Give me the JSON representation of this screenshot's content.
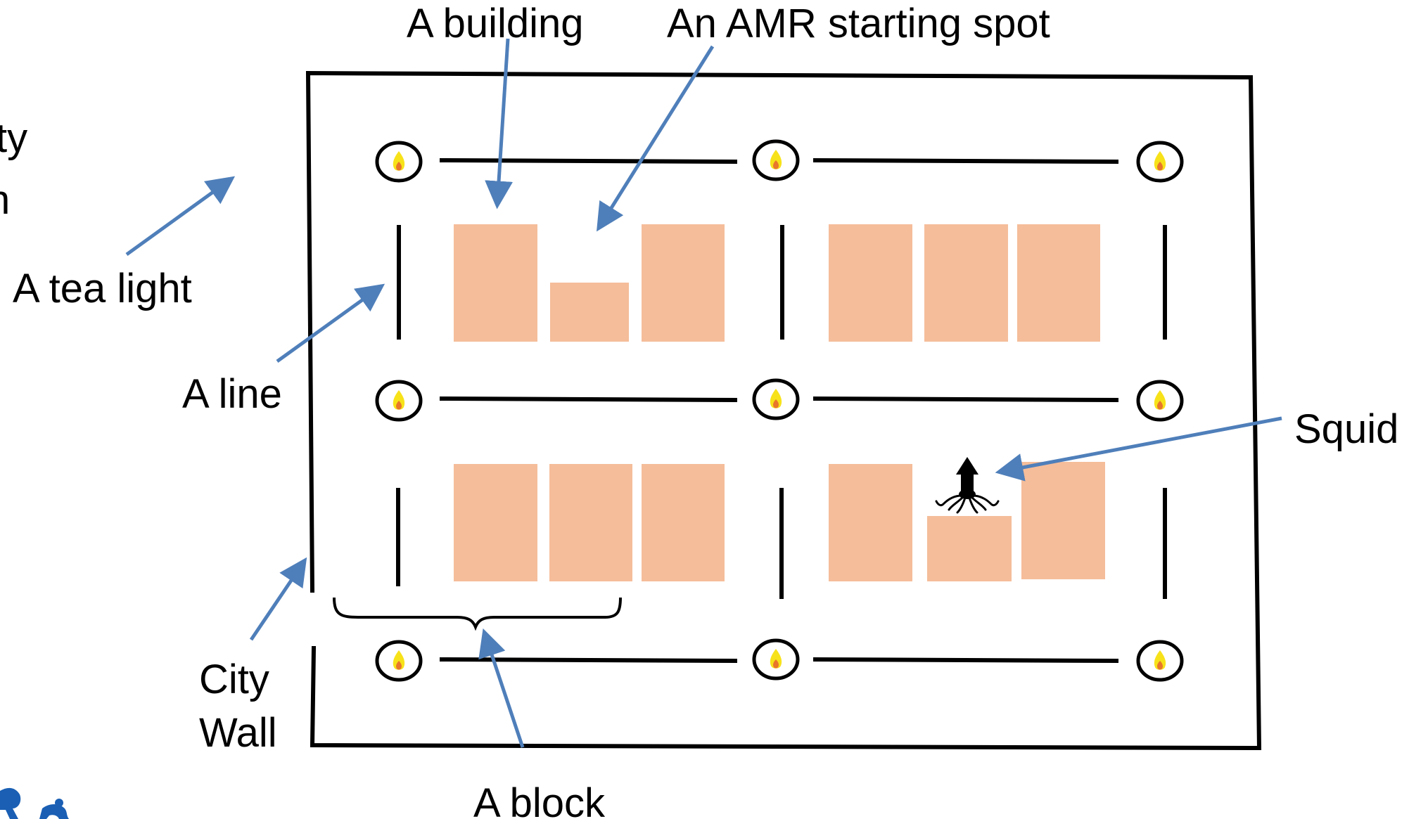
{
  "labels": {
    "building": "A building",
    "amr_start": "An AMR starting spot",
    "partial_line1": "ty",
    "partial_line2": "n",
    "tea_light": "A tea light",
    "line": "A line",
    "squid": "Squid",
    "city_wall_line1": "City",
    "city_wall_line2": "Wall",
    "block": "A block"
  },
  "colors": {
    "building_fill": "#F5BD9A",
    "arrow": "#4F7FBA",
    "wall": "#000000",
    "flame_outer": "#F7E21A",
    "flame_inner": "#E8762B",
    "logo": "#1A5FB4"
  },
  "icons": [
    "tea-light-icon",
    "squid-icon",
    "logo-icon"
  ]
}
